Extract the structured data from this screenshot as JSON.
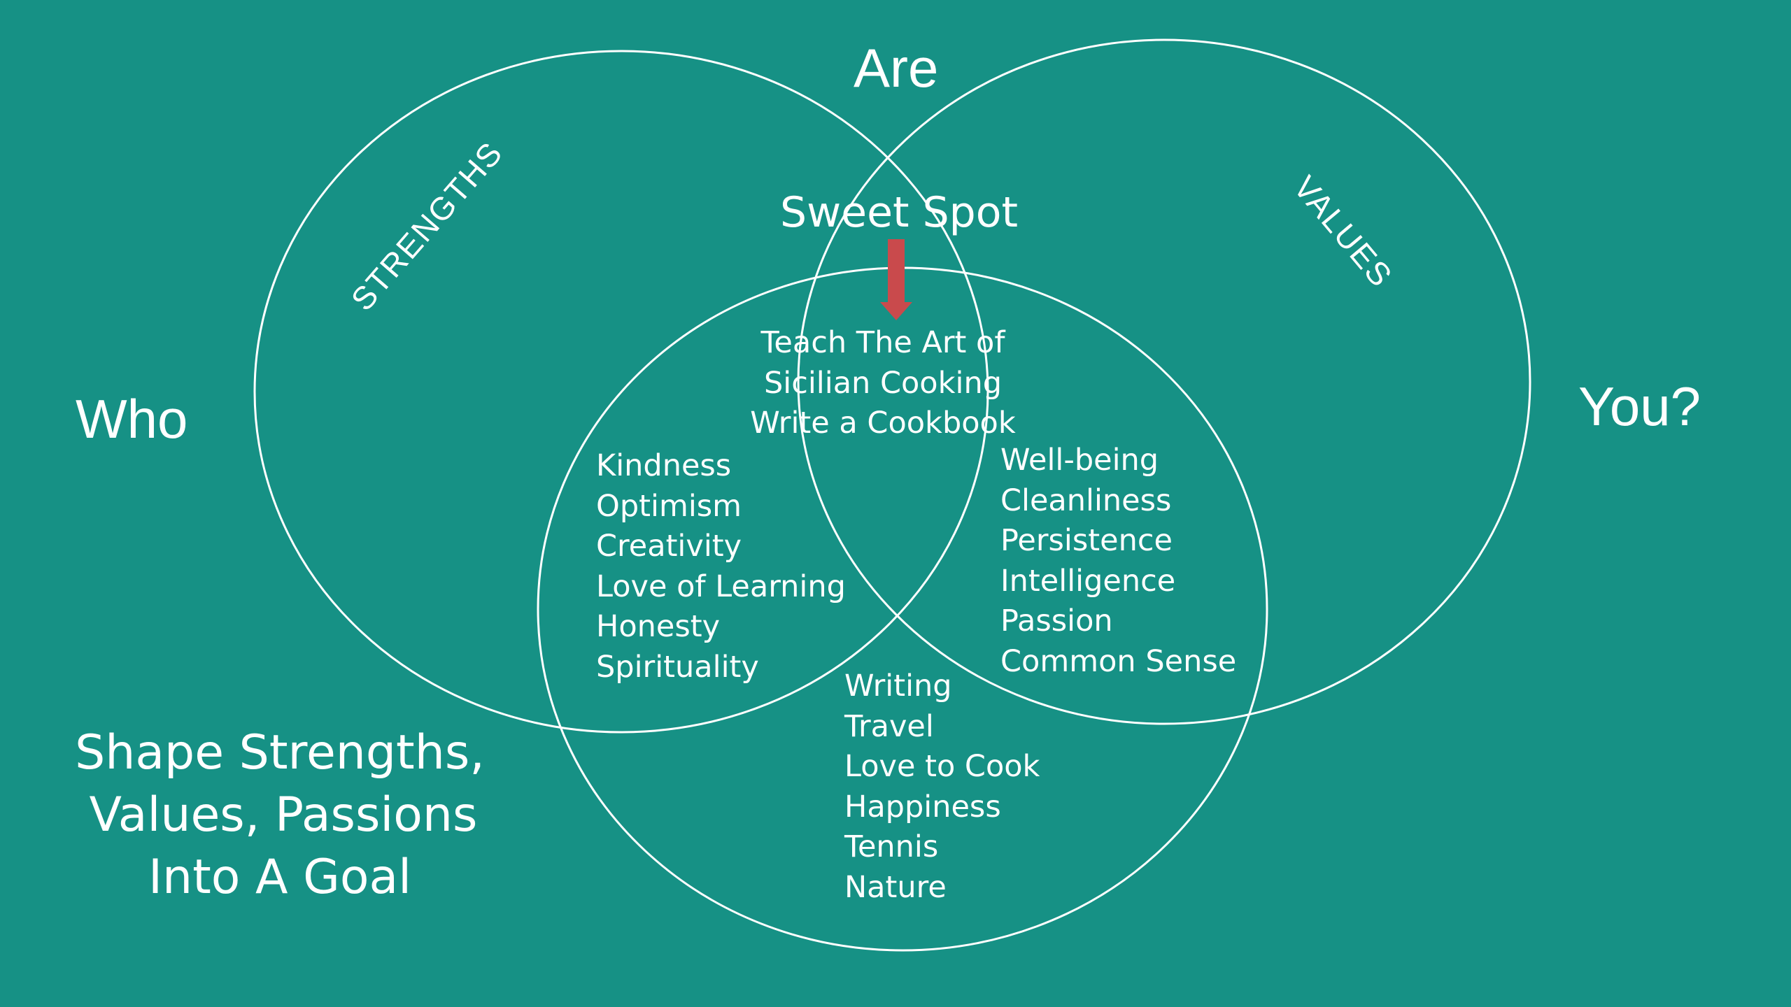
{
  "colors": {
    "background": "#169185",
    "circle_stroke": "#ffffff",
    "text": "#ffffff",
    "arrow": "#c94a4c"
  },
  "title_words": {
    "who": "Who",
    "are": "Are",
    "you": "You?"
  },
  "circles": {
    "strengths_label": "STRENGTHS",
    "values_label": "VALUES"
  },
  "sweet_spot": {
    "label": "Sweet Spot",
    "lines": [
      "Teach The Art of",
      "Sicilian Cooking",
      "Write a Cookbook"
    ]
  },
  "strengths_items": [
    "Kindness",
    "Optimism",
    "Creativity",
    "Love of Learning",
    "Honesty",
    "Spirituality"
  ],
  "values_items": [
    "Well-being",
    "Cleanliness",
    "Persistence",
    "Intelligence",
    "Passion",
    "Common Sense"
  ],
  "passions_items": [
    "Writing",
    "Travel",
    "Love to Cook",
    "Happiness",
    "Tennis",
    "Nature"
  ],
  "goal_text": [
    "Shape Strengths,",
    "Values, Passions",
    "Into A Goal"
  ]
}
